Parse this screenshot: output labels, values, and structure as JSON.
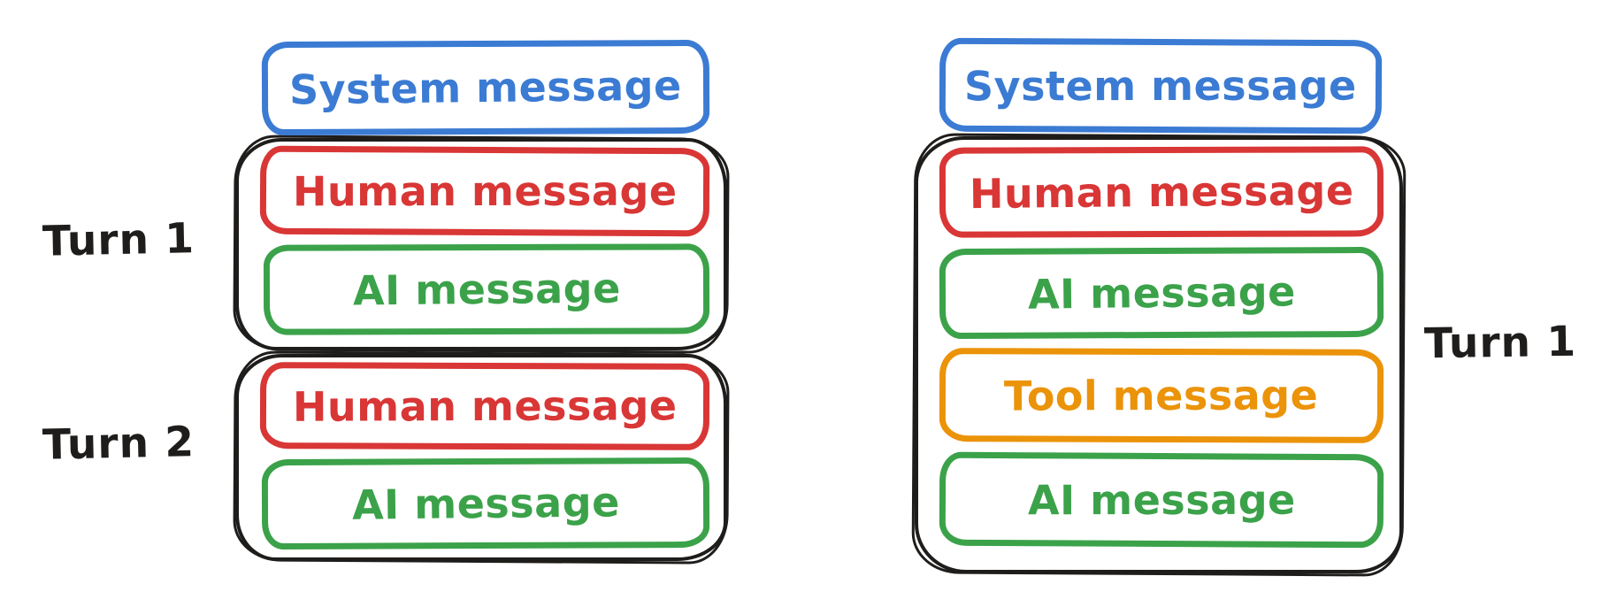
{
  "colors": {
    "system_blue": "#3b7bd3",
    "human_red": "#d93636",
    "ai_green": "#3ba24a",
    "tool_orange": "#eb9309",
    "outline_black": "#1f1d1b"
  },
  "left_stack": {
    "system_label": "System message",
    "turns": [
      {
        "label": "Turn 1",
        "messages": [
          {
            "type": "human",
            "label": "Human message"
          },
          {
            "type": "ai",
            "label": "AI message"
          }
        ]
      },
      {
        "label": "Turn 2",
        "messages": [
          {
            "type": "human",
            "label": "Human message"
          },
          {
            "type": "ai",
            "label": "AI message"
          }
        ]
      }
    ]
  },
  "right_stack": {
    "system_label": "System message",
    "turns": [
      {
        "label": "Turn 1",
        "messages": [
          {
            "type": "human",
            "label": "Human message"
          },
          {
            "type": "ai",
            "label": "AI message"
          },
          {
            "type": "tool",
            "label": "Tool message"
          },
          {
            "type": "ai",
            "label": "AI message"
          }
        ]
      }
    ]
  }
}
